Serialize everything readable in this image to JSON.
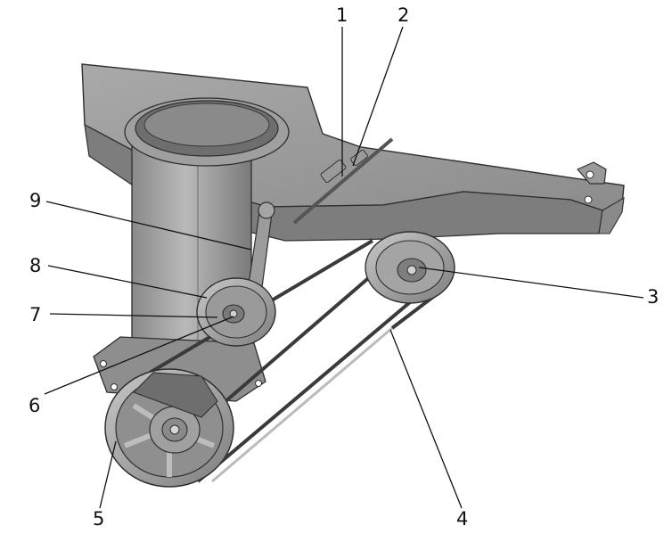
{
  "figure": {
    "callouts": [
      {
        "id": "c1",
        "label": "1"
      },
      {
        "id": "c2",
        "label": "2"
      },
      {
        "id": "c3",
        "label": "3"
      },
      {
        "id": "c4",
        "label": "4"
      },
      {
        "id": "c5",
        "label": "5"
      },
      {
        "id": "c6",
        "label": "6"
      },
      {
        "id": "c7",
        "label": "7"
      },
      {
        "id": "c8",
        "label": "8"
      },
      {
        "id": "c9",
        "label": "9"
      }
    ]
  },
  "colors": {
    "metal_light": "#b7b7b7",
    "metal_mid": "#8f8f8f",
    "metal_dark": "#5d5d5d",
    "outline": "#2f2f2f",
    "belt": "#3a3a3a"
  }
}
